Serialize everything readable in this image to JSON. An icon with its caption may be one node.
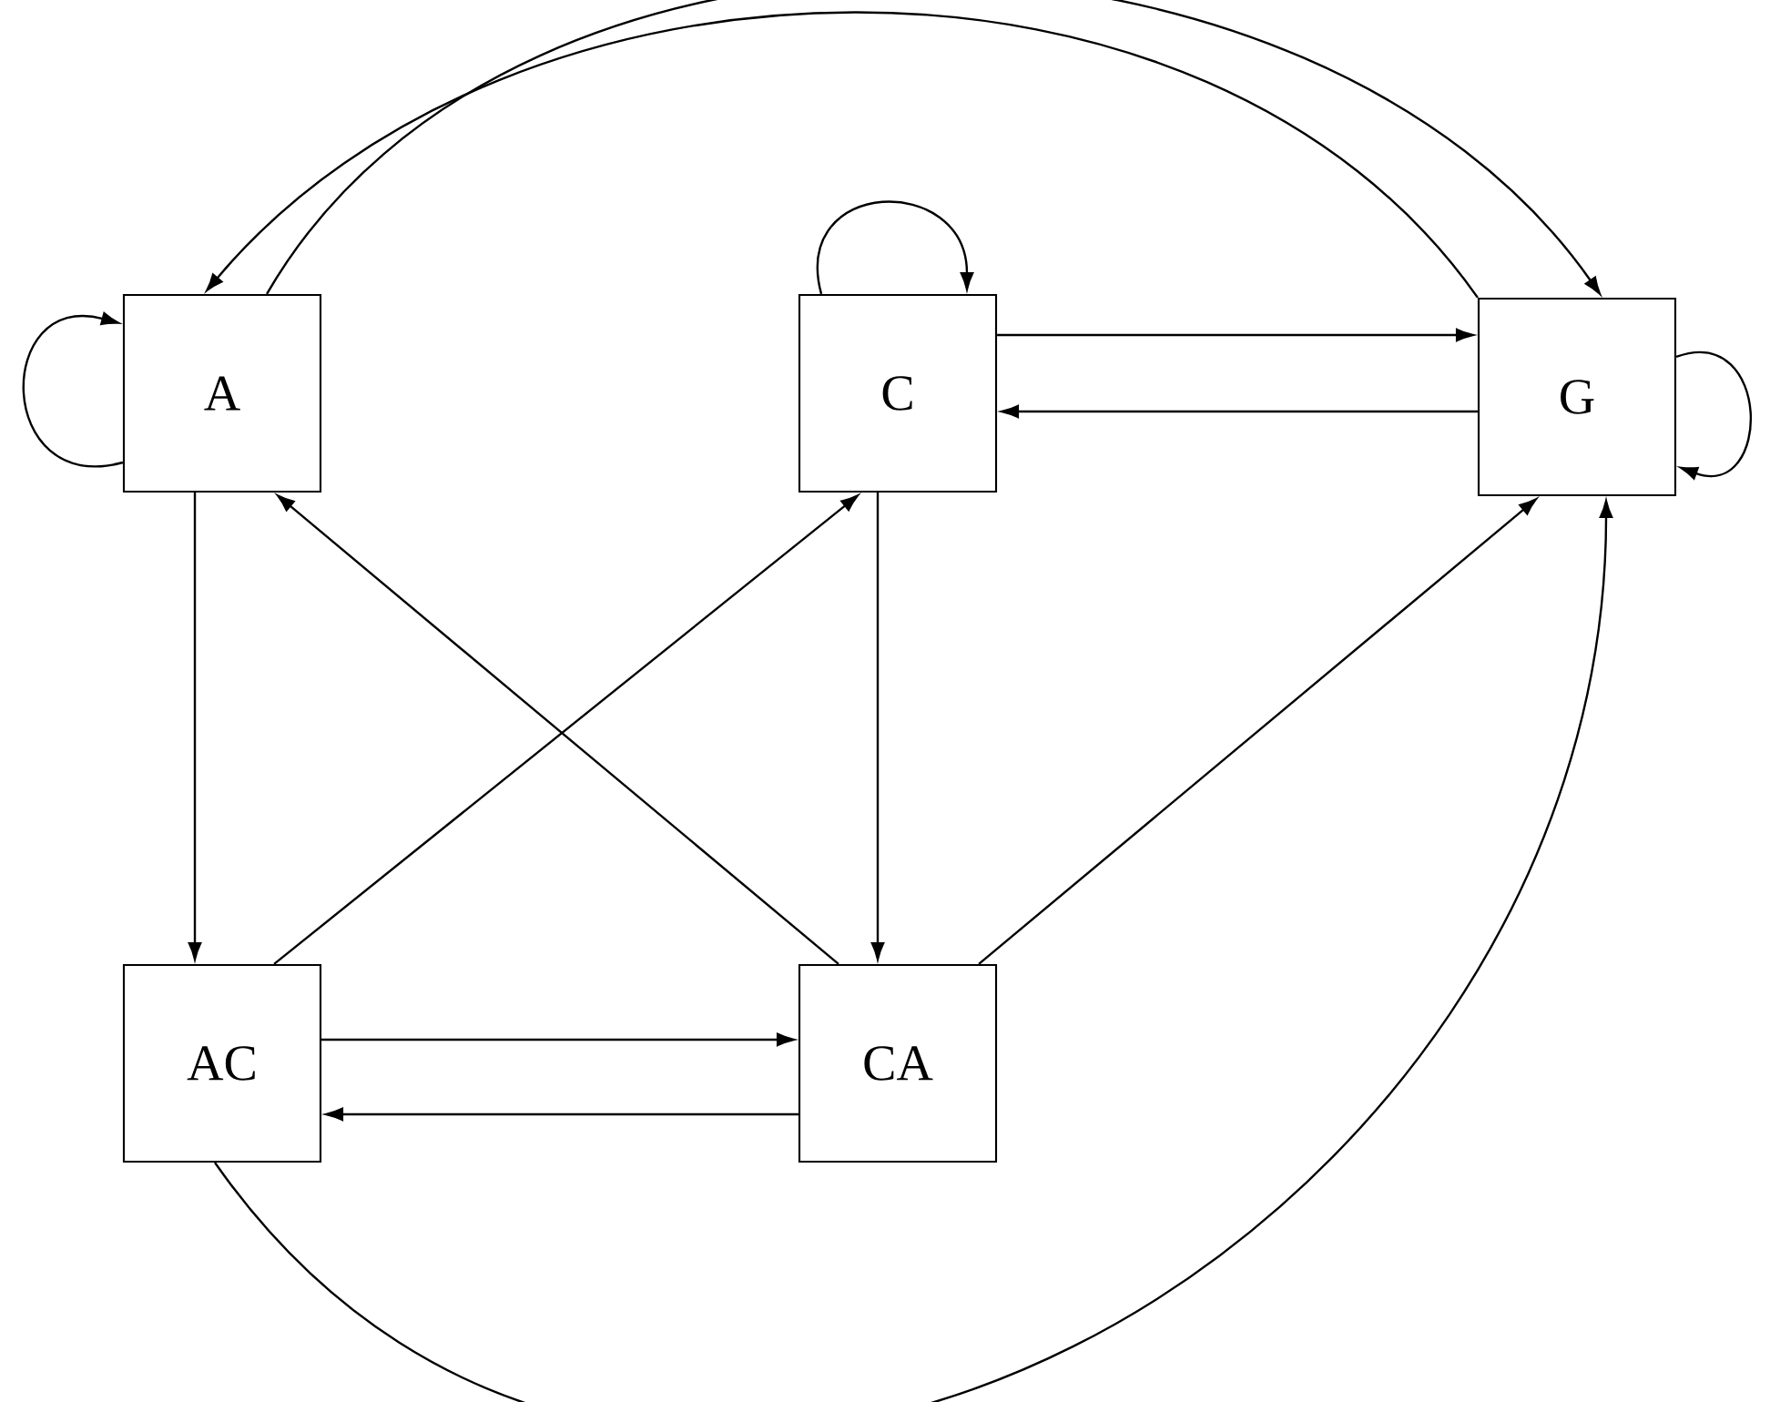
{
  "diagram": {
    "nodes": [
      {
        "text": [
          "A"
        ]
      },
      {
        "text": [
          "C"
        ]
      },
      {
        "text": [
          "G"
        ]
      },
      {
        "text": [
          "AC"
        ]
      },
      {
        "text": [
          "CA"
        ]
      }
    ],
    "edges": [
      {
        "from": 0,
        "to": 0,
        "arrow": "to"
      },
      {
        "from": 1,
        "to": 1,
        "arrow": "to"
      },
      {
        "from": 2,
        "to": 2,
        "arrow": "to"
      },
      {
        "from": 0,
        "to": 2,
        "arrow": "to"
      },
      {
        "from": 2,
        "to": 0,
        "arrow": "to"
      },
      {
        "from": 1,
        "to": 2,
        "arrow": "to"
      },
      {
        "from": 2,
        "to": 1,
        "arrow": "to"
      },
      {
        "from": 0,
        "to": 3,
        "arrow": "to"
      },
      {
        "from": 3,
        "to": 1,
        "arrow": "to"
      },
      {
        "from": 4,
        "to": 0,
        "arrow": "to"
      },
      {
        "from": 1,
        "to": 4,
        "arrow": "to"
      },
      {
        "from": 4,
        "to": 2,
        "arrow": "to"
      },
      {
        "from": 3,
        "to": 4,
        "arrow": "to"
      },
      {
        "from": 4,
        "to": 3,
        "arrow": "to"
      },
      {
        "from": 3,
        "to": 2,
        "arrow": "to"
      }
    ]
  }
}
